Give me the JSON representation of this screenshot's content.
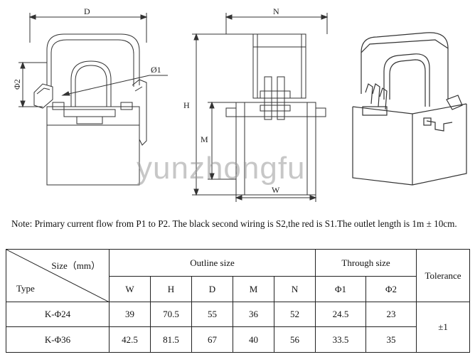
{
  "drawing": {
    "dim_D": "D",
    "dim_N": "N",
    "dim_H": "H",
    "dim_M": "M",
    "dim_W": "W",
    "dim_phi1": "Ø1",
    "dim_phi2": "Φ2"
  },
  "watermark": "yunzhongfu",
  "note": {
    "text": "Note: Primary current flow from P1 to P2. The black second wiring is S2,the red is S1.The outlet length is 1m ± 10cm."
  },
  "table": {
    "corner_size_label": "Size（mm）",
    "corner_type_label": "Type",
    "outline_header": "Outline size",
    "through_header": "Through size",
    "tolerance_header": "Tolerance",
    "columns": [
      "W",
      "H",
      "D",
      "M",
      "N",
      "Φ1",
      "Φ2"
    ],
    "rows": [
      {
        "type": "K-Φ24",
        "values": [
          "39",
          "70.5",
          "55",
          "36",
          "52",
          "24.5",
          "23"
        ]
      },
      {
        "type": "K-Φ36",
        "values": [
          "42.5",
          "81.5",
          "67",
          "40",
          "56",
          "33.5",
          "35"
        ]
      }
    ],
    "tolerance": "±1"
  }
}
